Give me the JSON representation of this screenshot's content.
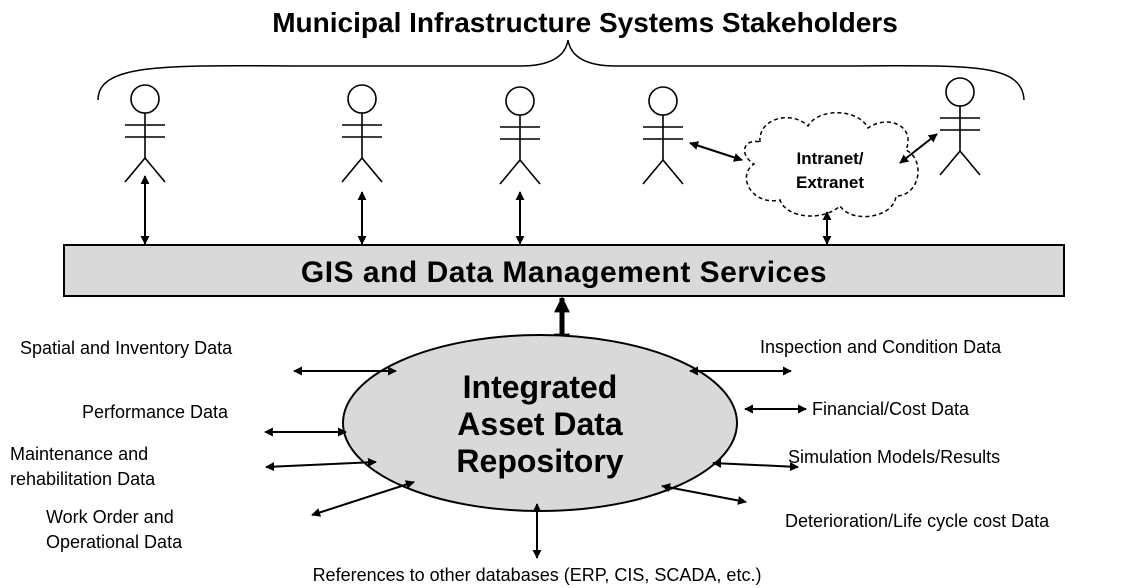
{
  "title": "Municipal Infrastructure Systems Stakeholders",
  "services_band": "GIS and Data Management Services",
  "cloud": {
    "line1": "Intranet/",
    "line2": "Extranet"
  },
  "repository": {
    "line1": "Integrated",
    "line2": "Asset Data",
    "line3": "Repository"
  },
  "left_labels": {
    "spatial": "Spatial and Inventory Data",
    "performance": "Performance Data",
    "maintenance_1": "Maintenance and",
    "maintenance_2": "rehabilitation Data",
    "workorder_1": "Work Order and",
    "workorder_2": "Operational Data"
  },
  "right_labels": {
    "inspection": "Inspection and Condition Data",
    "financial": "Financial/Cost Data",
    "simulation": "Simulation Models/Results",
    "deterioration": "Deterioration/Life cycle cost Data"
  },
  "bottom_label": "References to other databases (ERP, CIS, SCADA, etc.)"
}
